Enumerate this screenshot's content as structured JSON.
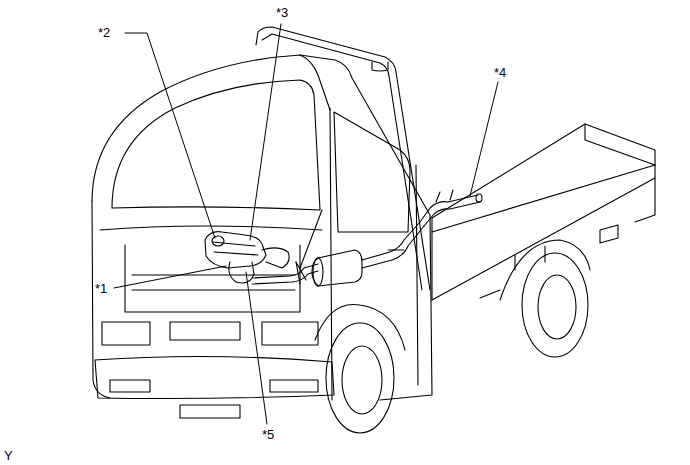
{
  "diagram": {
    "labels": [
      "*3",
      "*2",
      "*4",
      "*1",
      "*5",
      "Y"
    ]
  }
}
